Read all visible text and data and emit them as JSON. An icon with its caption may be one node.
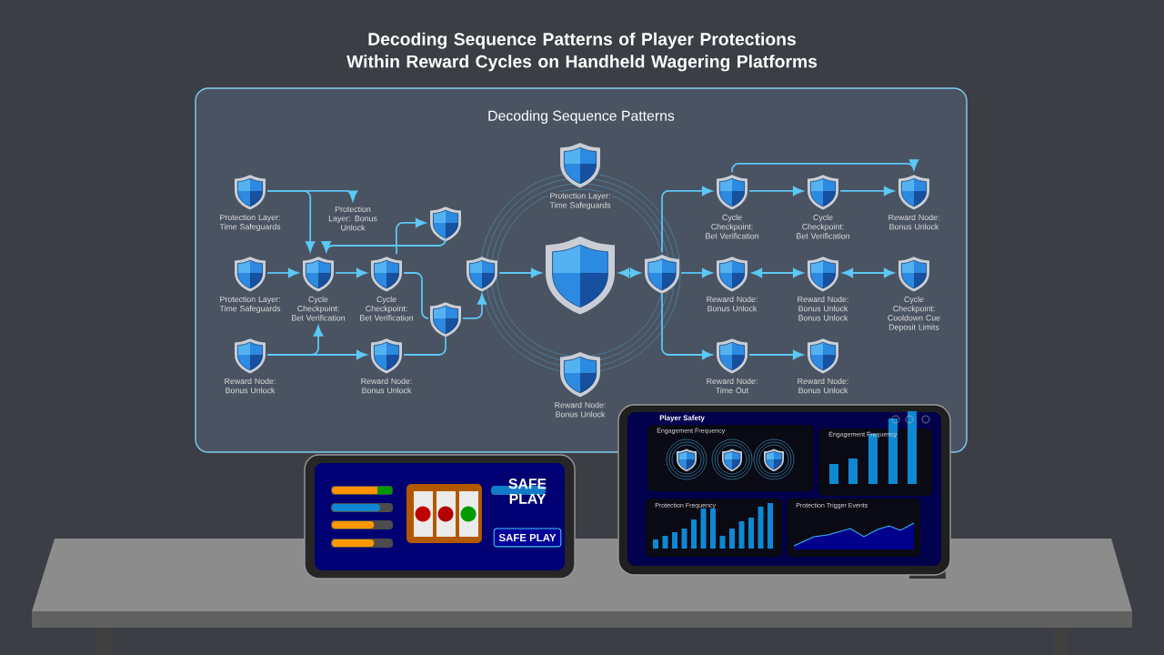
{
  "diagram": {
    "title": "Decoding Sequence Patterns of Player Protections Within Reward Cycles on Handheld Wagering Platforms",
    "nodes": [
      {
        "text": [
          "Decoding Sequence Patterns"
        ]
      },
      {
        "text": [
          "Protection Layer: Time Safeguards"
        ],
        "in": 0
      },
      {
        "text": [
          "Protection Layer: Bonus Unlock"
        ],
        "in": 0
      },
      {
        "text": [
          "Protection Layer: Time Safeguards"
        ],
        "in": 0
      },
      {
        "text": [
          "Cycle Checkpoint: Bet Verification"
        ],
        "in": 0
      },
      {
        "text": [
          "Cycle Checkpoint: Bet Verification"
        ],
        "in": 0
      },
      {
        "text": [
          "Reward Node: Bonus Unlock"
        ],
        "in": 0
      },
      {
        "text": [
          "Reward Node: Bonus Unlock"
        ],
        "in": 0
      },
      {
        "text": [],
        "shape": "shield",
        "in": 0
      },
      {
        "text": [],
        "shape": "shield",
        "in": 0
      },
      {
        "text": [],
        "shape": "shield",
        "in": 0
      },
      {
        "text": [
          "Protection Layer: Time Safeguards"
        ],
        "in": 0
      },
      {
        "text": [],
        "shape": "shield",
        "in": 0
      },
      {
        "text": [
          "Reward Node: Bonus Unlock"
        ],
        "in": 0
      },
      {
        "text": [],
        "shape": "shield",
        "in": 0
      },
      {
        "text": [
          "Cycle Checkpoint: Bet Verification"
        ],
        "in": 0
      },
      {
        "text": [
          "Cycle Checkpoint: Bet Verification"
        ],
        "in": 0
      },
      {
        "text": [
          "Reward Node: Bonus Unlock"
        ],
        "in": 0
      },
      {
        "text": [
          "Reward Node: Bonus Unlock"
        ],
        "in": 0
      },
      {
        "text": [
          "Reward Node: Bonus Unlock Bonus Unlock"
        ],
        "in": 0
      },
      {
        "text": [
          "Cycle Checkpoint: Cooldown Cue Deposit Limits"
        ],
        "in": 0
      },
      {
        "text": [
          "Reward Node: Time Out"
        ],
        "in": 0
      },
      {
        "text": [
          "Reward Node: Bonus Unlock"
        ],
        "in": 0
      }
    ],
    "edges": [
      {
        "from": 1,
        "to": 2,
        "arrow": "to"
      },
      {
        "from": 1,
        "to": 4,
        "arrow": "to"
      },
      {
        "from": 3,
        "to": 4,
        "arrow": "to"
      },
      {
        "from": 6,
        "to": 4,
        "arrow": "to"
      },
      {
        "from": 6,
        "to": 7,
        "arrow": "to"
      },
      {
        "from": 4,
        "to": 5,
        "arrow": "to"
      },
      {
        "from": 5,
        "to": 8,
        "arrow": "to"
      },
      {
        "from": 8,
        "to": 4,
        "arrow": "to"
      },
      {
        "from": 5,
        "to": 9,
        "arrow": "none"
      },
      {
        "from": 7,
        "to": 9,
        "arrow": "none"
      },
      {
        "from": 9,
        "to": 10,
        "arrow": "to"
      },
      {
        "from": 10,
        "to": 12,
        "arrow": "to"
      },
      {
        "from": 12,
        "to": 14,
        "arrow": "both"
      },
      {
        "from": 14,
        "to": 18,
        "arrow": "to"
      },
      {
        "from": 18,
        "to": 19,
        "arrow": "both"
      },
      {
        "from": 19,
        "to": 20,
        "arrow": "both"
      },
      {
        "from": 15,
        "to": 16,
        "arrow": "to"
      },
      {
        "from": 16,
        "to": 17,
        "arrow": "to"
      },
      {
        "from": 15,
        "to": 17,
        "arrow": "to"
      },
      {
        "from": 14,
        "to": 15,
        "arrow": "to"
      },
      {
        "from": 14,
        "to": 21,
        "arrow": "to"
      },
      {
        "from": 21,
        "to": 22,
        "arrow": "to"
      }
    ],
    "labels": [
      "SAFE PLAY",
      "SAFE PLAY",
      "Player Safety",
      "Engagement Frequency",
      "Engagement Frequency",
      "Protection Frequency",
      "Protection Trigger Events"
    ]
  }
}
